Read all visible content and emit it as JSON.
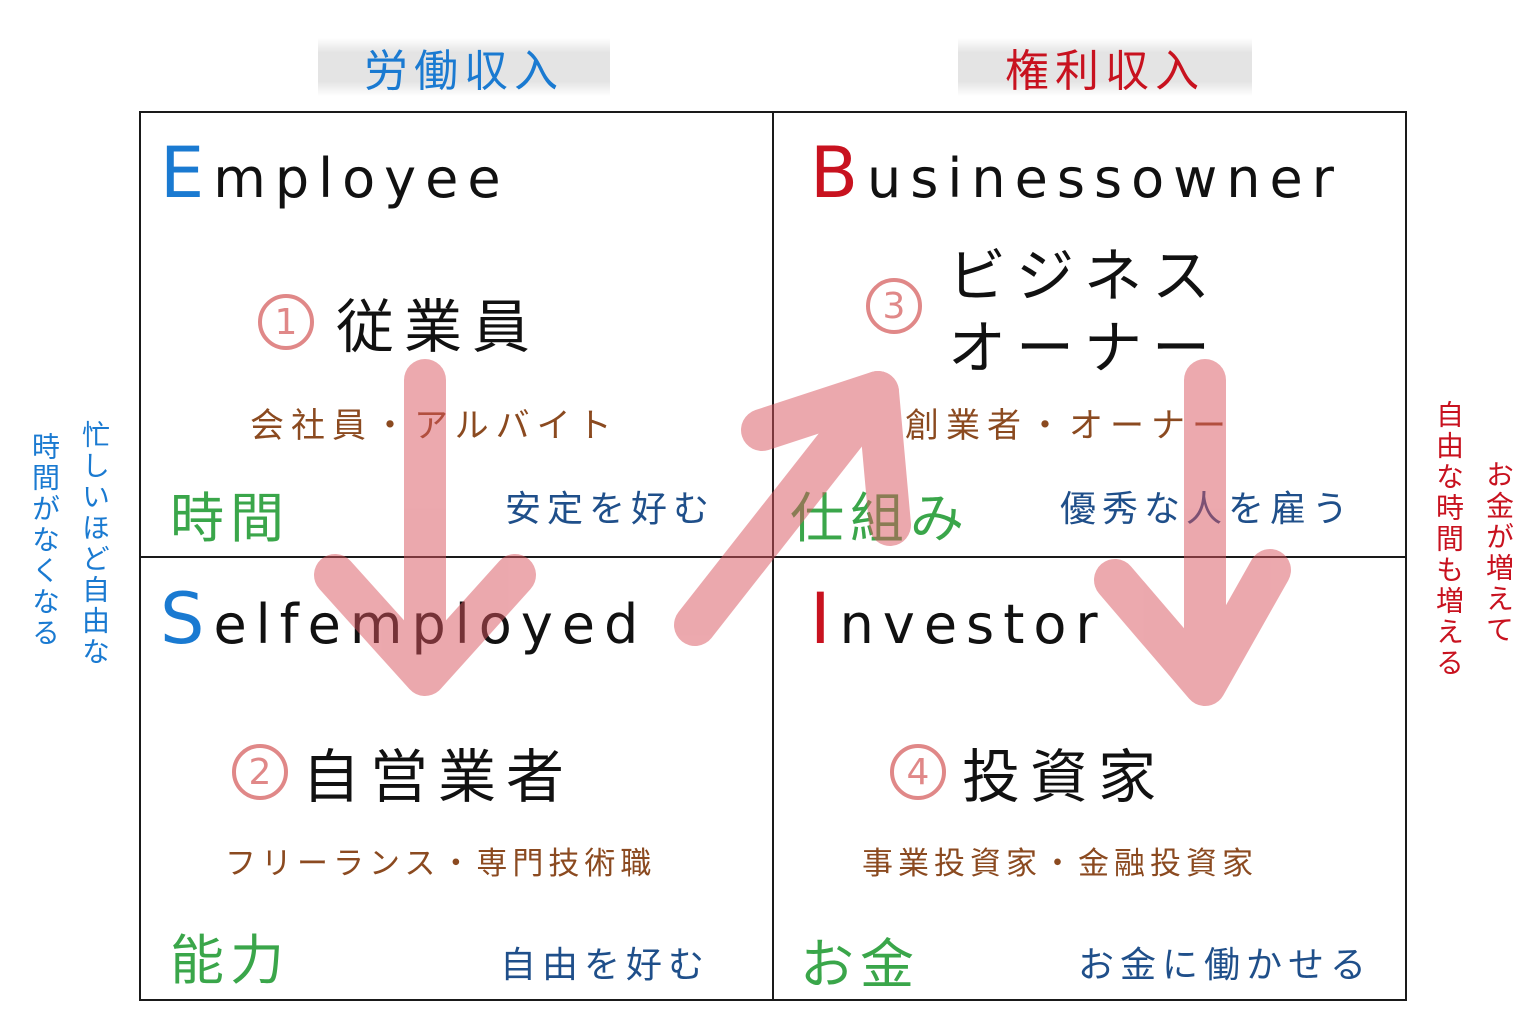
{
  "headers": {
    "labor": "労働収入",
    "rights": "権利収入"
  },
  "quadrants": {
    "employee": {
      "initial": "E",
      "rest": "mployee",
      "number": "1",
      "title": "従業員",
      "examples": "会社員・アルバイト",
      "keyword": "時間",
      "preference": "安定を好む"
    },
    "business_owner": {
      "initial": "B",
      "rest": "usinessowner",
      "number": "3",
      "title_line1": "ビジネス",
      "title_line2": "オーナー",
      "examples": "創業者・オーナー",
      "keyword": "仕組み",
      "preference": "優秀な人を雇う"
    },
    "self_employed": {
      "initial": "S",
      "rest": "elfemployed",
      "number": "2",
      "title": "自営業者",
      "examples": "フリーランス・専門技術職",
      "keyword": "能力",
      "preference": "自由を好む"
    },
    "investor": {
      "initial": "I",
      "rest": "nvestor",
      "number": "4",
      "title": "投資家",
      "examples": "事業投資家・金融投資家",
      "keyword": "お金",
      "preference": "お金に働かせる"
    }
  },
  "side_notes": {
    "left_col1": "忙しいほど自由な",
    "left_col2": "時間がなくなる",
    "right_col1": "自由な時間も増える",
    "right_col2": "お金が増えて"
  },
  "colors": {
    "labor_header": "#1a7ad1",
    "rights_header": "#c8121f",
    "arrow": "#d9545e",
    "keyword": "#3aa64a",
    "examples": "#8b4a20",
    "preference": "#1f4f8a",
    "number_circle": "#e08888"
  }
}
